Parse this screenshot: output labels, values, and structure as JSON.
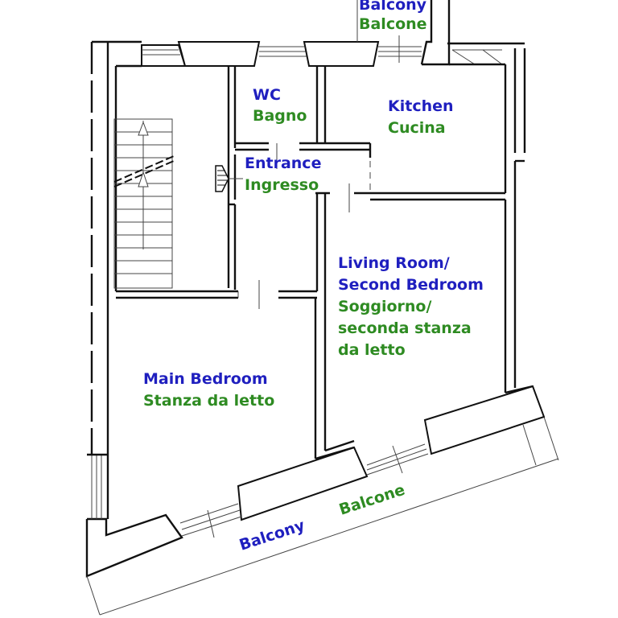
{
  "colors": {
    "english": "#1f1fbf",
    "italian": "#2e8b22",
    "wall": "#111111"
  },
  "rooms": {
    "balcony_top": {
      "en": "Balcony",
      "it": "Balcone"
    },
    "wc": {
      "en": "WC",
      "it": "Bagno"
    },
    "kitchen": {
      "en": "Kitchen",
      "it": "Cucina"
    },
    "entrance": {
      "en": "Entrance",
      "it": "Ingresso"
    },
    "living": {
      "en_line1": "Living Room/",
      "en_line2": "Second Bedroom",
      "it_line1": "Soggiorno/",
      "it_line2": "seconda stanza",
      "it_line3": "da letto"
    },
    "main_bedroom": {
      "en": "Main Bedroom",
      "it": "Stanza da letto"
    },
    "balcony_bottom": {
      "en": "Balcony",
      "it": "Balcone"
    }
  },
  "icons": {
    "entrance_marker": "entrance-arrow-icon",
    "stairs": "stairs-up-arrow-icon"
  }
}
